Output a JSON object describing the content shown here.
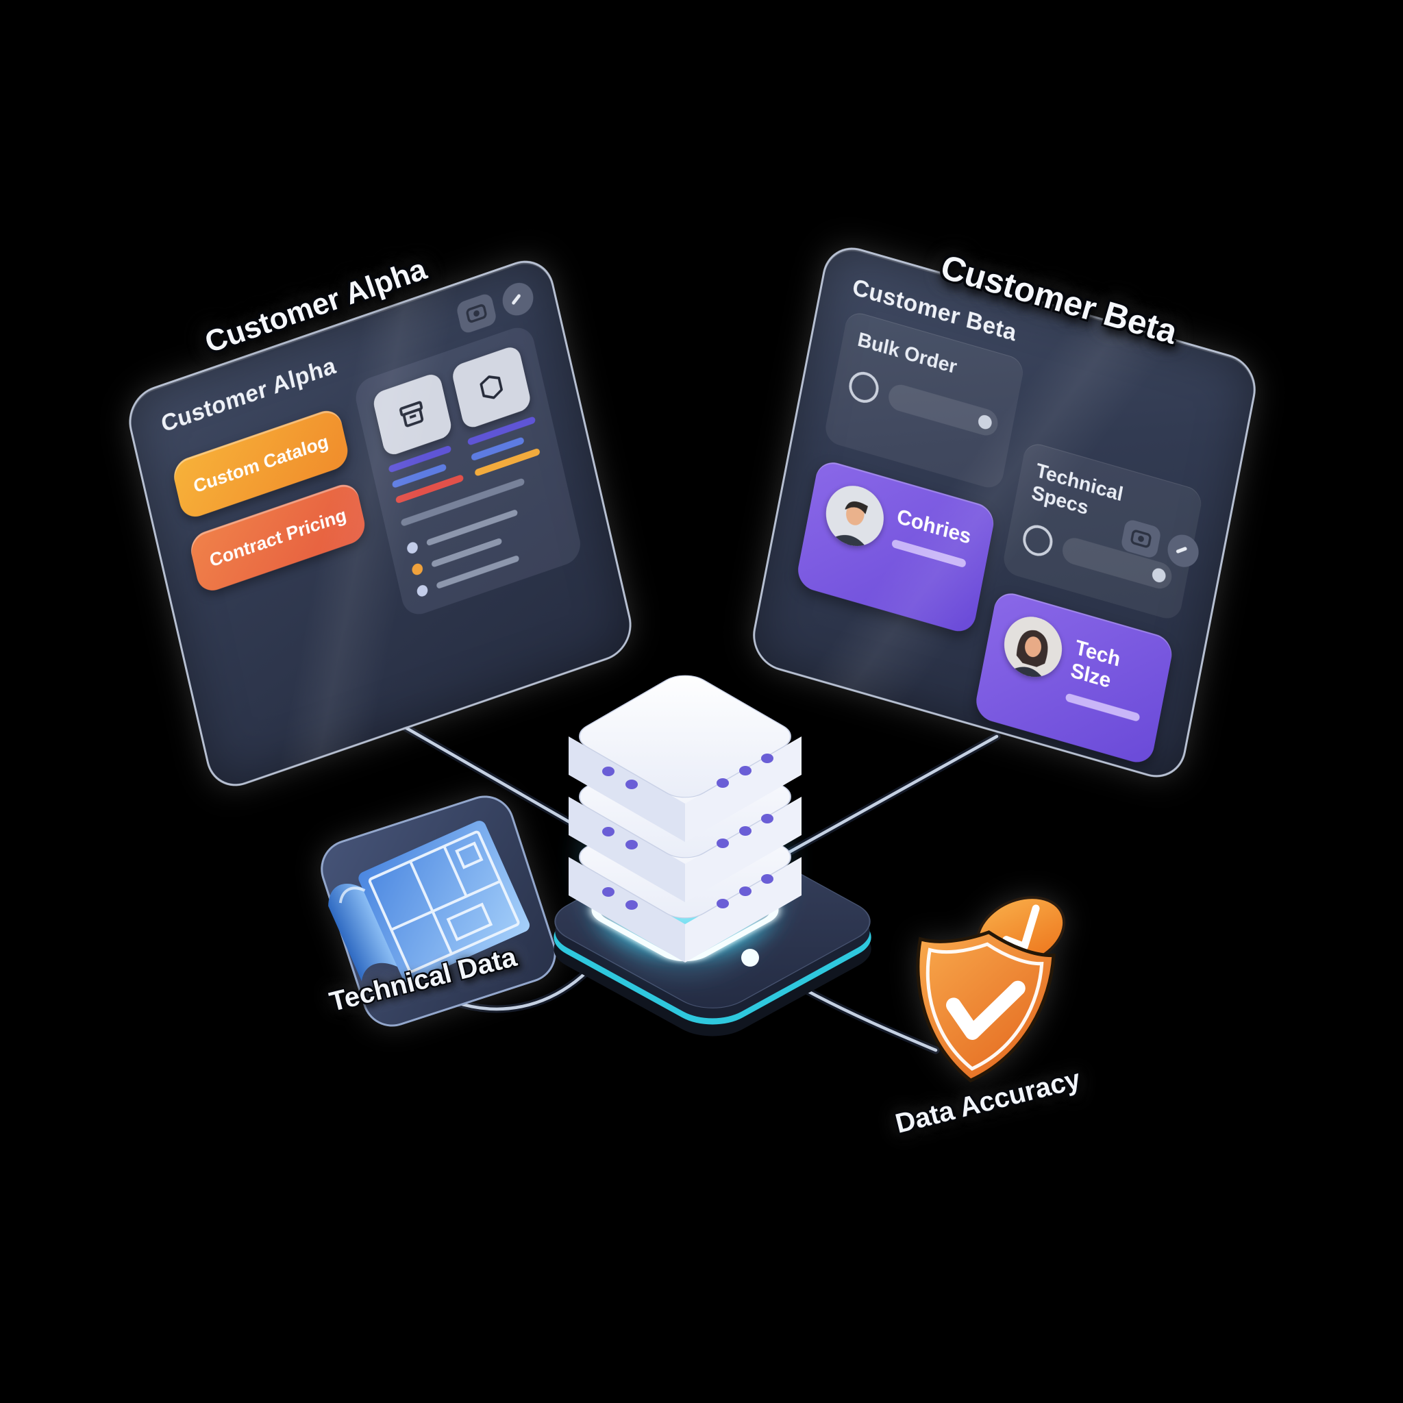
{
  "scene": {
    "description": "Isometric illustration: two customer portal screens synced through a central product-data server",
    "background": "#000000"
  },
  "left_panel": {
    "float_title": "Customer Alpha",
    "heading": "Customer Alpha",
    "buttons": [
      {
        "label": "Custom Catalog",
        "color": "#f0982e"
      },
      {
        "label": "Contract Pricing",
        "color": "#e96a45"
      }
    ],
    "window_controls": [
      "camera-icon",
      "minimize-icon"
    ],
    "mini_cards": [
      {
        "icon": "archive-icon",
        "line_colors": [
          "#5f55d6",
          "#5d7ce2",
          "#e2514a"
        ]
      },
      {
        "icon": "cube-icon",
        "line_colors": [
          "#5f55d6",
          "#5d7ce2",
          "#f2ab3d"
        ]
      }
    ],
    "bullet_dot_colors": [
      "#c3cdea",
      "#f0a23c",
      "#c3cdea"
    ]
  },
  "right_panel": {
    "float_title": "Customer Beta",
    "heading": "Customer Beta",
    "toggle_cards": [
      {
        "label": "Bulk Order"
      },
      {
        "label": "Technical Specs"
      }
    ],
    "window_controls": [
      "camera-icon",
      "minimize-icon"
    ],
    "people_cards": [
      {
        "name": "Cohries",
        "avatar": "man-avatar"
      },
      {
        "name": "Tech Slze",
        "avatar": "woman-avatar"
      }
    ],
    "accent_color": "#7a59e0"
  },
  "server": {
    "icon": "server-stack",
    "layers": 3,
    "dot_color": "#6a5ed6",
    "platform_glow_color": "#45d4e8"
  },
  "annotations": [
    {
      "label": "Technical Data",
      "icon": "blueprint-icon"
    },
    {
      "label": "Data Accuracy",
      "icon": "shield-check-icon",
      "color": "#ef7d26"
    }
  ],
  "colors": {
    "panel_bg": "#2e374c",
    "panel_border": "#b7c0d2",
    "cyan": "#45d4e8",
    "purple": "#7a59e0",
    "orange": "#f0982e",
    "red_orange": "#e96a45",
    "shield_orange": "#ef7d26"
  }
}
